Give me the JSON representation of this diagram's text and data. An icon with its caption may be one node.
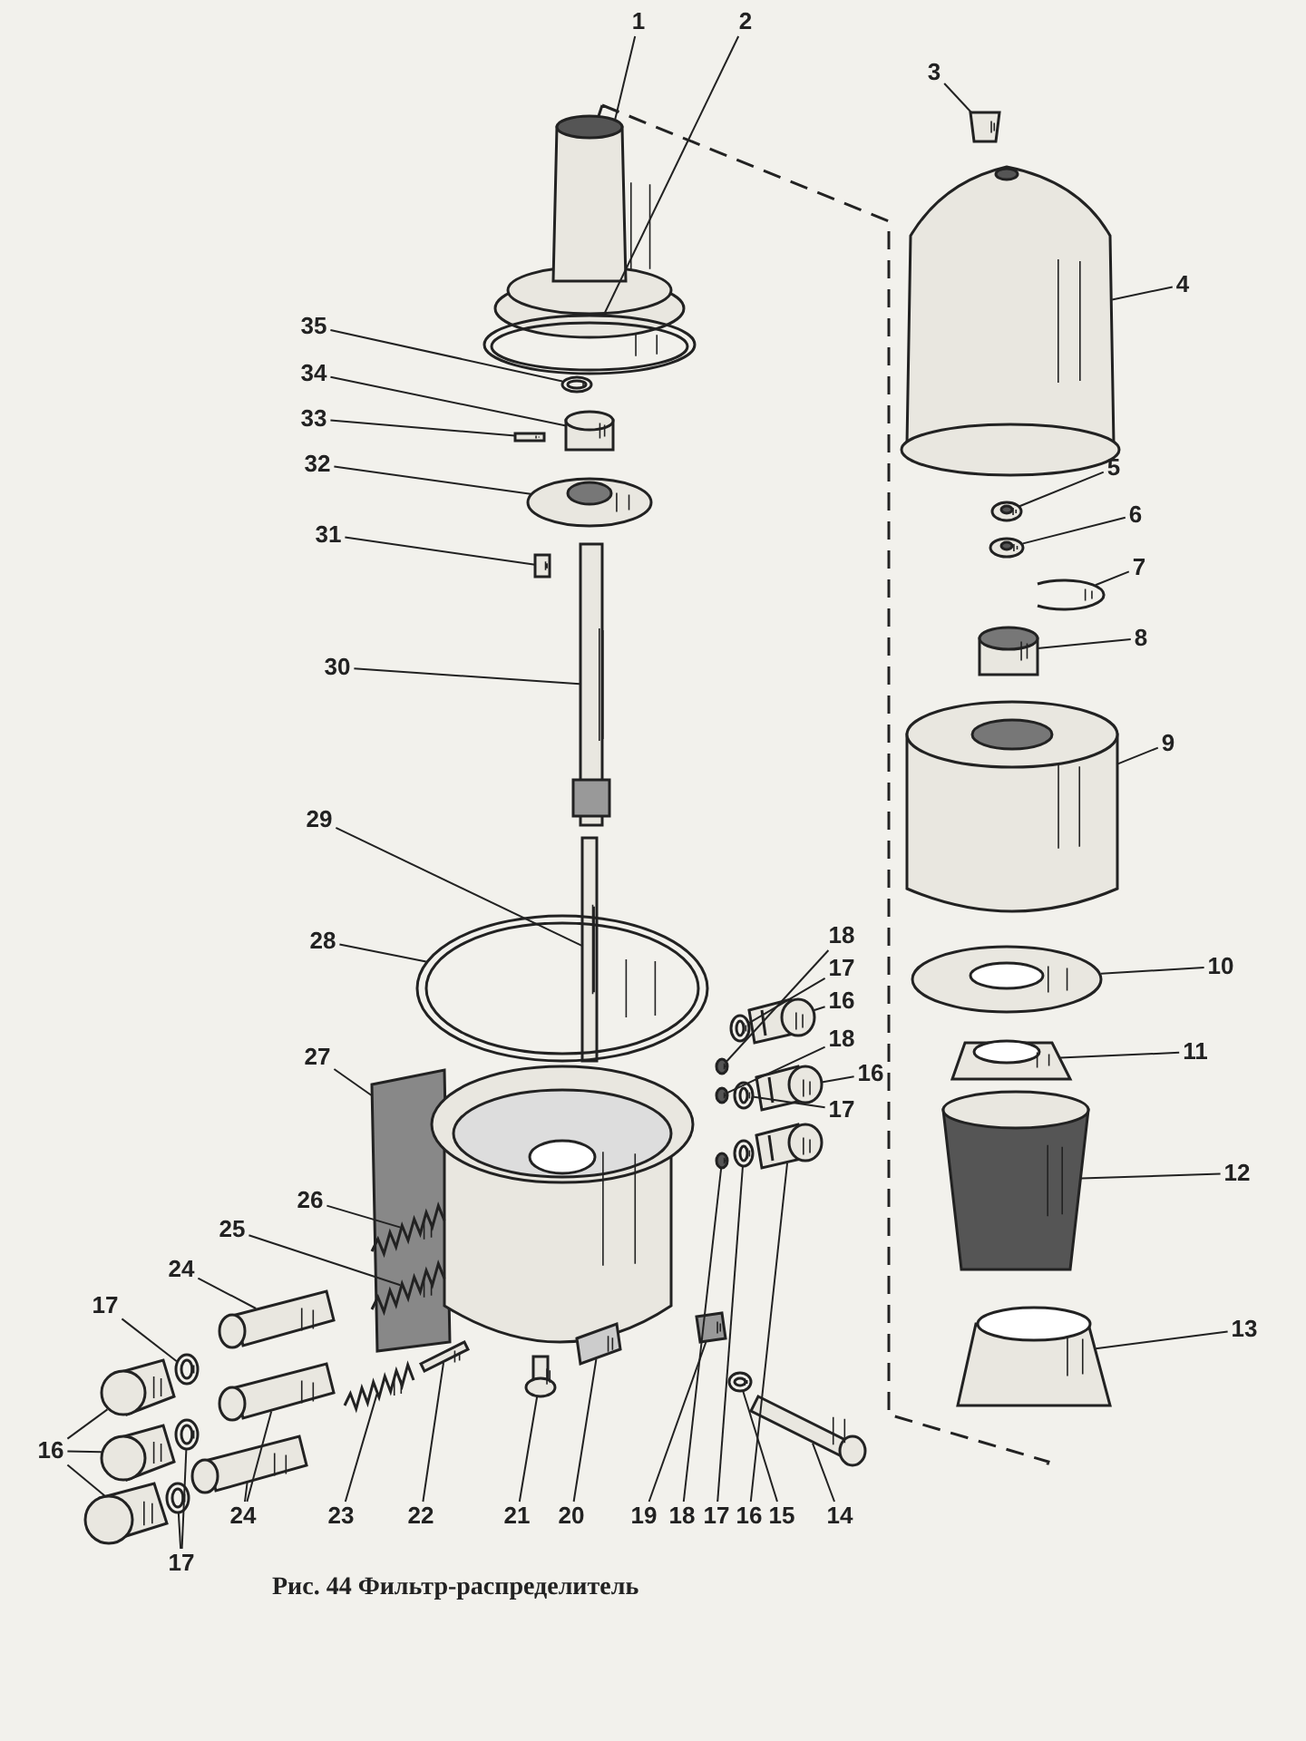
{
  "diagram": {
    "caption": "Рис. 44 Фильтр-распределитель",
    "nodes": [
      {
        "text": [
          "1"
        ]
      },
      {
        "text": [
          "2"
        ]
      },
      {
        "text": [
          "3"
        ]
      },
      {
        "text": [
          "35"
        ]
      },
      {
        "text": [
          "34"
        ]
      },
      {
        "text": [
          "4"
        ]
      },
      {
        "text": [
          "33"
        ]
      },
      {
        "text": [
          "32"
        ]
      },
      {
        "text": [
          "5"
        ]
      },
      {
        "text": [
          "6"
        ]
      },
      {
        "text": [
          "31"
        ]
      },
      {
        "text": [
          "7"
        ]
      },
      {
        "text": [
          "8"
        ]
      },
      {
        "text": [
          "30"
        ]
      },
      {
        "text": [
          "9"
        ]
      },
      {
        "text": [
          "29"
        ]
      },
      {
        "text": [
          "18"
        ]
      },
      {
        "text": [
          "28"
        ]
      },
      {
        "text": [
          "17"
        ]
      },
      {
        "text": [
          "10"
        ]
      },
      {
        "text": [
          "16"
        ]
      },
      {
        "text": [
          "18"
        ]
      },
      {
        "text": [
          "11"
        ]
      },
      {
        "text": [
          "27"
        ]
      },
      {
        "text": [
          "16"
        ]
      },
      {
        "text": [
          "17"
        ]
      },
      {
        "text": [
          "12"
        ]
      },
      {
        "text": [
          "26"
        ]
      },
      {
        "text": [
          "25"
        ]
      },
      {
        "text": [
          "24"
        ]
      },
      {
        "text": [
          "17"
        ]
      },
      {
        "text": [
          "13"
        ]
      },
      {
        "text": [
          "16"
        ]
      },
      {
        "text": [
          "24"
        ]
      },
      {
        "text": [
          "23"
        ]
      },
      {
        "text": [
          "22"
        ]
      },
      {
        "text": [
          "21"
        ]
      },
      {
        "text": [
          "20"
        ]
      },
      {
        "text": [
          "19"
        ]
      },
      {
        "text": [
          "18"
        ]
      },
      {
        "text": [
          "17"
        ]
      },
      {
        "text": [
          "16"
        ]
      },
      {
        "text": [
          "15"
        ]
      },
      {
        "text": [
          "14"
        ]
      },
      {
        "text": [
          "17"
        ]
      },
      {
        "text": [],
        "shape": "picture"
      },
      {
        "text": [],
        "shape": "picture"
      },
      {
        "text": [],
        "shape": "picture"
      },
      {
        "text": [],
        "shape": "picture"
      },
      {
        "text": [],
        "shape": "picture"
      },
      {
        "text": [],
        "shape": "picture"
      },
      {
        "text": [],
        "shape": "picture"
      },
      {
        "text": [],
        "shape": "picture"
      },
      {
        "text": [],
        "shape": "picture"
      },
      {
        "text": [],
        "shape": "picture"
      },
      {
        "text": [],
        "shape": "picture"
      },
      {
        "text": [],
        "shape": "picture"
      },
      {
        "text": [],
        "shape": "picture"
      },
      {
        "text": [],
        "shape": "picture"
      },
      {
        "text": [],
        "shape": "picture"
      },
      {
        "text": [],
        "shape": "picture"
      },
      {
        "text": [],
        "shape": "picture"
      },
      {
        "text": [],
        "shape": "picture"
      },
      {
        "text": [],
        "shape": "picture"
      },
      {
        "text": [],
        "shape": "picture"
      },
      {
        "text": [],
        "shape": "picture"
      },
      {
        "text": [],
        "shape": "picture"
      },
      {
        "text": [],
        "shape": "picture"
      },
      {
        "text": [],
        "shape": "picture"
      },
      {
        "text": [],
        "shape": "picture"
      },
      {
        "text": [],
        "shape": "picture"
      },
      {
        "text": [],
        "shape": "picture"
      },
      {
        "text": [],
        "shape": "picture"
      },
      {
        "text": [],
        "shape": "picture"
      },
      {
        "text": [],
        "shape": "picture"
      },
      {
        "text": [],
        "shape": "picture"
      },
      {
        "text": [],
        "shape": "picture"
      },
      {
        "text": [],
        "shape": "picture"
      },
      {
        "text": [],
        "shape": "picture"
      },
      {
        "text": [],
        "shape": "picture"
      },
      {
        "text": [],
        "shape": "picture"
      },
      {
        "text": [],
        "shape": "picture"
      },
      {
        "text": [],
        "shape": "picture"
      },
      {
        "text": [],
        "shape": "picture"
      },
      {
        "text": [],
        "shape": "picture"
      },
      {
        "text": [],
        "shape": "picture"
      },
      {
        "text": [],
        "shape": "picture"
      },
      {
        "text": [],
        "shape": "picture"
      },
      {
        "text": [],
        "shape": "picture"
      },
      {
        "text": [],
        "shape": "picture"
      },
      {
        "text": [],
        "shape": "picture"
      },
      {
        "text": [],
        "shape": "picture"
      },
      {
        "text": [],
        "shape": "picture"
      },
      {
        "text": [],
        "shape": "picture"
      }
    ],
    "edges": [
      {
        "from": 0,
        "to": 45,
        "arrow": "none"
      },
      {
        "from": 1,
        "to": 46,
        "arrow": "none"
      },
      {
        "from": 2,
        "to": 47,
        "arrow": "none"
      },
      {
        "from": 3,
        "to": 48,
        "arrow": "none"
      },
      {
        "from": 4,
        "to": 49,
        "arrow": "none"
      },
      {
        "from": 5,
        "to": 50,
        "arrow": "none"
      },
      {
        "from": 6,
        "to": 51,
        "arrow": "none"
      },
      {
        "from": 7,
        "to": 52,
        "arrow": "none"
      },
      {
        "from": 8,
        "to": 53,
        "arrow": "none"
      },
      {
        "from": 9,
        "to": 54,
        "arrow": "none"
      },
      {
        "from": 10,
        "to": 55,
        "arrow": "none"
      },
      {
        "from": 11,
        "to": 56,
        "arrow": "none"
      },
      {
        "from": 12,
        "to": 57,
        "arrow": "none"
      },
      {
        "from": 13,
        "to": 58,
        "arrow": "none"
      },
      {
        "from": 14,
        "to": 59,
        "arrow": "none"
      },
      {
        "from": 15,
        "to": 60,
        "arrow": "none"
      },
      {
        "from": 16,
        "to": 61,
        "arrow": "none"
      },
      {
        "from": 17,
        "to": 62,
        "arrow": "none"
      },
      {
        "from": 18,
        "to": 63,
        "arrow": "none"
      },
      {
        "from": 19,
        "to": 64,
        "arrow": "none"
      },
      {
        "from": 20,
        "to": 65,
        "arrow": "none"
      },
      {
        "from": 21,
        "to": 66,
        "arrow": "none"
      },
      {
        "from": 22,
        "to": 67,
        "arrow": "none"
      },
      {
        "from": 23,
        "to": 68,
        "arrow": "none"
      },
      {
        "from": 24,
        "to": 69,
        "arrow": "none"
      },
      {
        "from": 25,
        "to": 70,
        "arrow": "none"
      },
      {
        "from": 26,
        "to": 71,
        "arrow": "none"
      },
      {
        "from": 27,
        "to": 72,
        "arrow": "none"
      },
      {
        "from": 28,
        "to": 73,
        "arrow": "none"
      },
      {
        "from": 29,
        "to": 74,
        "arrow": "none"
      },
      {
        "from": 30,
        "to": 75,
        "arrow": "none"
      },
      {
        "from": 31,
        "to": 76,
        "arrow": "none"
      },
      {
        "from": 32,
        "to": 77,
        "arrow": "none"
      },
      {
        "from": 32,
        "to": 78,
        "arrow": "none"
      },
      {
        "from": 32,
        "to": 79,
        "arrow": "none"
      },
      {
        "from": 33,
        "to": 80,
        "arrow": "none"
      },
      {
        "from": 33,
        "to": 81,
        "arrow": "none"
      },
      {
        "from": 34,
        "to": 82,
        "arrow": "none"
      },
      {
        "from": 35,
        "to": 83,
        "arrow": "none"
      },
      {
        "from": 36,
        "to": 84,
        "arrow": "none"
      },
      {
        "from": 37,
        "to": 85,
        "arrow": "none"
      },
      {
        "from": 38,
        "to": 86,
        "arrow": "none"
      },
      {
        "from": 39,
        "to": 87,
        "arrow": "none"
      },
      {
        "from": 40,
        "to": 88,
        "arrow": "none"
      },
      {
        "from": 41,
        "to": 89,
        "arrow": "none"
      },
      {
        "from": 42,
        "to": 90,
        "arrow": "none"
      },
      {
        "from": 43,
        "to": 91,
        "arrow": "none"
      },
      {
        "from": 44,
        "to": 92,
        "arrow": "none"
      },
      {
        "from": 44,
        "to": 93,
        "arrow": "none"
      }
    ]
  }
}
